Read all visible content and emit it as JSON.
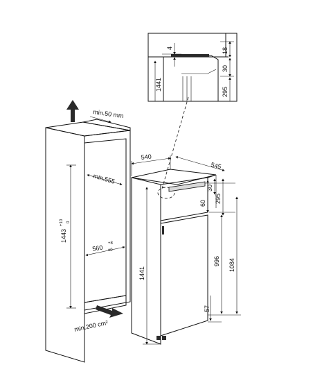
{
  "labels": {
    "top_4": "4",
    "top_18": "18",
    "top_30": "30",
    "top_1441": "1441",
    "top_295": "295",
    "cab_top": "min.50 mm",
    "cab_depth": "min.555",
    "cab_height": "1443",
    "cab_height_tol_top": "+10",
    "cab_height_tol_bot": "0",
    "cab_width": "560",
    "cab_width_tol_top": "+8",
    "cab_width_tol_bot": "±0",
    "vent": "min.200 cm²",
    "app_540": "540",
    "app_545": "545",
    "app_60": "60",
    "app_30": "30",
    "app_295": "295",
    "app_1441": "1441",
    "app_996": "996",
    "app_1084": "1084",
    "app_57": "57"
  },
  "colors": {
    "line": "#111111",
    "shade": "#2a2a2a",
    "panel": "#d9d9d9"
  }
}
